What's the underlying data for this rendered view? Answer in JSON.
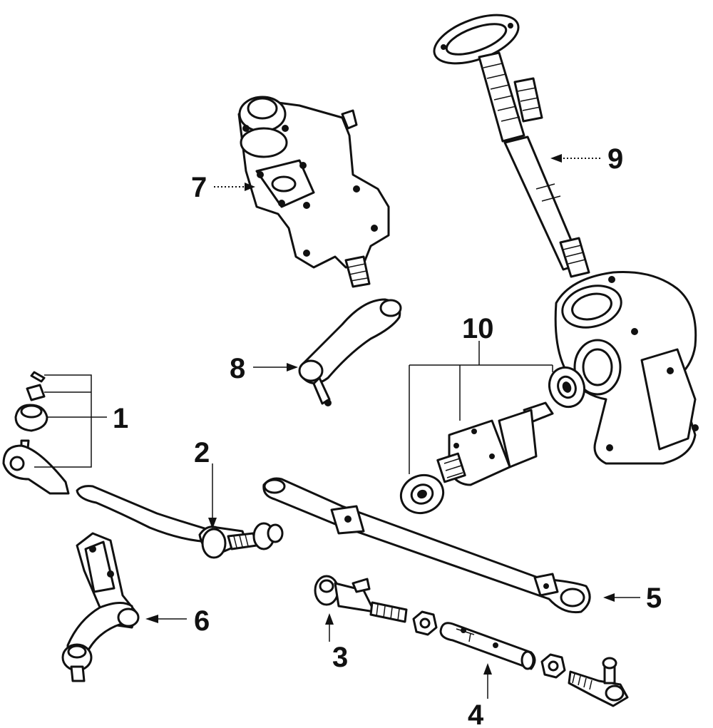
{
  "diagram": {
    "callouts": [
      {
        "id": "1",
        "text": "1"
      },
      {
        "id": "2",
        "text": "2"
      },
      {
        "id": "3",
        "text": "3"
      },
      {
        "id": "4",
        "text": "4"
      },
      {
        "id": "5",
        "text": "5"
      },
      {
        "id": "6",
        "text": "6"
      },
      {
        "id": "7",
        "text": "7"
      },
      {
        "id": "8",
        "text": "8"
      },
      {
        "id": "9",
        "text": "9"
      },
      {
        "id": "10",
        "text": "10"
      }
    ]
  },
  "colors": {
    "line": "#111111",
    "background": "#ffffff"
  }
}
